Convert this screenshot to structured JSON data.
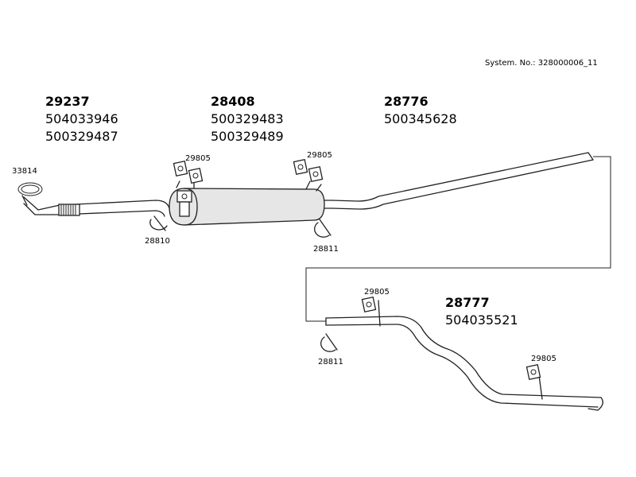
{
  "system_number": "System. No.: 328000006_11",
  "sections": [
    {
      "part": "29237",
      "oem": [
        "504033946",
        "500329487"
      ]
    },
    {
      "part": "28408",
      "oem": [
        "500329483",
        "500329489"
      ]
    },
    {
      "part": "28776",
      "oem": [
        "500345628"
      ]
    },
    {
      "part": "28777",
      "oem": [
        "504035521"
      ]
    }
  ],
  "callouts": {
    "gasket": "33814",
    "clamp_front": "28810",
    "hanger_muffler_front": "29805",
    "hanger_muffler_rear": "29805",
    "clamp_middle": "28811",
    "hanger_tail_front": "29805",
    "clamp_tail": "28811",
    "hanger_tail_rear": "29805"
  }
}
